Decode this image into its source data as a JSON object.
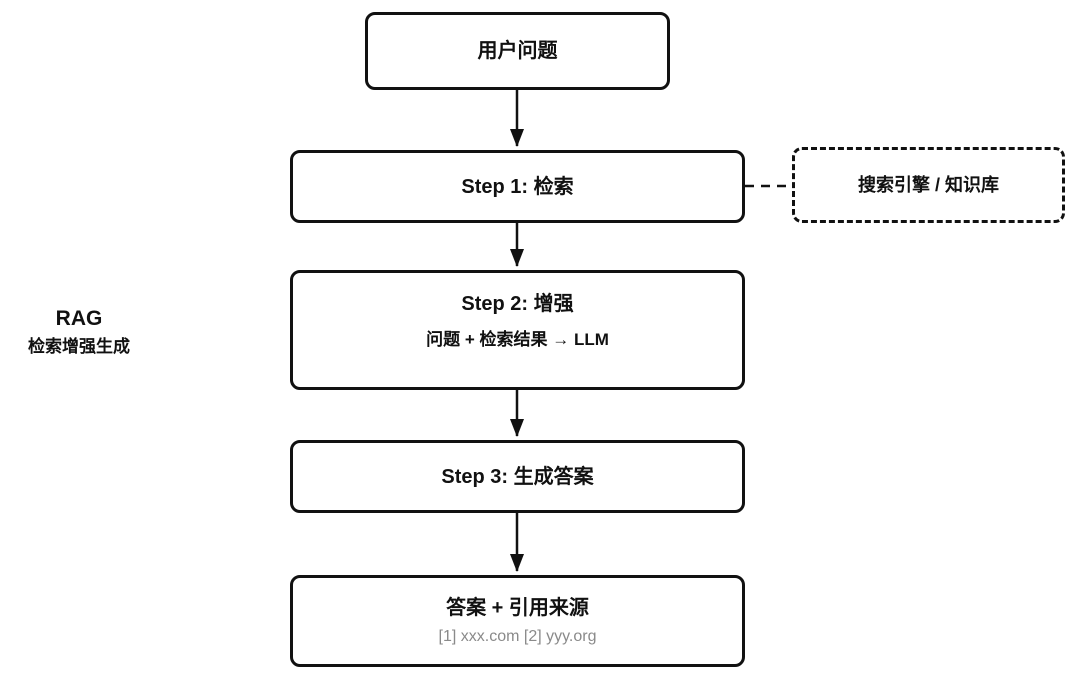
{
  "diagram": {
    "side_label": {
      "title": "RAG",
      "subtitle": "检索增强生成"
    },
    "nodes": {
      "user_question": {
        "label": "用户问题"
      },
      "step1": {
        "label": "Step 1: 检索"
      },
      "knowledge_source": {
        "label": "搜索引擎 / 知识库"
      },
      "step2": {
        "label": "Step 2: 增强",
        "subtitle": "问题 + 检索结果 → LLM"
      },
      "step3": {
        "label": "Step 3: 生成答案"
      },
      "answer": {
        "label": "答案 + 引用来源",
        "subtitle": "[1] xxx.com [2] yyy.org"
      }
    },
    "colors": {
      "border": "#111111",
      "text": "#111111",
      "muted_text": "#8a8a8a",
      "background": "#ffffff"
    }
  }
}
